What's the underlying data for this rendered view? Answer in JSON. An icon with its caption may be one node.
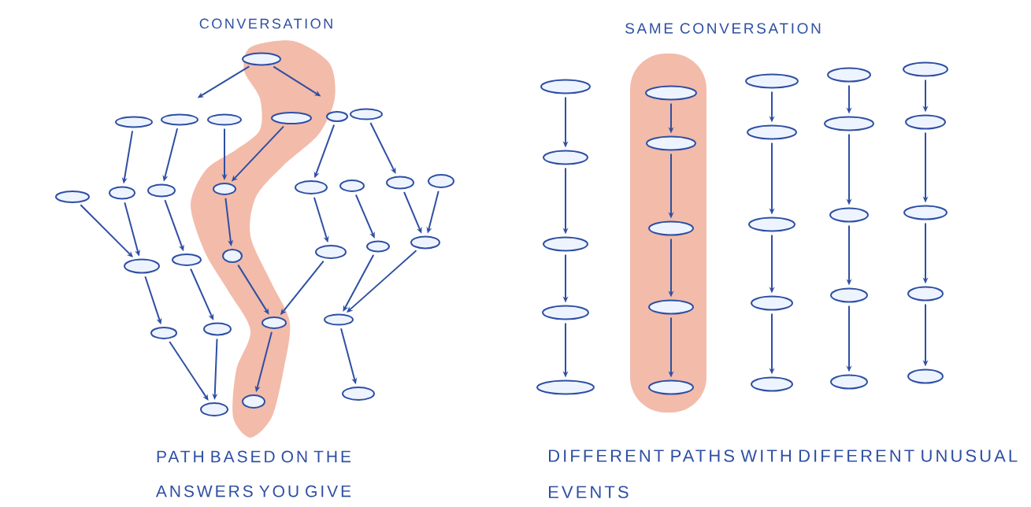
{
  "diagram": {
    "nodes": [
      {
        "text": [],
        "shape": "ellipse"
      },
      {
        "text": [],
        "shape": "ellipse"
      },
      {
        "text": [],
        "shape": "ellipse"
      },
      {
        "text": [],
        "shape": "ellipse"
      },
      {
        "text": [],
        "shape": "ellipse"
      },
      {
        "text": [],
        "shape": "ellipse"
      },
      {
        "text": [],
        "shape": "ellipse"
      },
      {
        "text": [],
        "shape": "ellipse"
      },
      {
        "text": [],
        "shape": "ellipse"
      },
      {
        "text": [],
        "shape": "ellipse"
      },
      {
        "text": [],
        "shape": "ellipse"
      },
      {
        "text": [],
        "shape": "ellipse"
      },
      {
        "text": [],
        "shape": "ellipse"
      },
      {
        "text": [],
        "shape": "ellipse"
      },
      {
        "text": [],
        "shape": "ellipse"
      },
      {
        "text": [],
        "shape": "ellipse"
      },
      {
        "text": [],
        "shape": "ellipse"
      },
      {
        "text": [],
        "shape": "ellipse"
      },
      {
        "text": [],
        "shape": "ellipse"
      },
      {
        "text": [],
        "shape": "ellipse"
      },
      {
        "text": [],
        "shape": "ellipse"
      },
      {
        "text": [],
        "shape": "ellipse"
      },
      {
        "text": [],
        "shape": "ellipse"
      },
      {
        "text": [],
        "shape": "ellipse"
      },
      {
        "text": [],
        "shape": "ellipse"
      },
      {
        "text": [],
        "shape": "ellipse"
      },
      {
        "text": [],
        "shape": "ellipse"
      },
      {
        "text": [],
        "shape": "ellipse"
      },
      {
        "text": [],
        "shape": "ellipse"
      },
      {
        "text": [],
        "shape": "ellipse"
      },
      {
        "text": [],
        "shape": "ellipse"
      },
      {
        "text": [],
        "shape": "ellipse"
      },
      {
        "text": [],
        "shape": "ellipse"
      },
      {
        "text": [],
        "shape": "ellipse"
      },
      {
        "text": [],
        "shape": "ellipse"
      },
      {
        "text": [],
        "shape": "ellipse"
      },
      {
        "text": [],
        "shape": "ellipse"
      },
      {
        "text": [],
        "shape": "ellipse"
      },
      {
        "text": [],
        "shape": "ellipse"
      },
      {
        "text": [],
        "shape": "ellipse"
      },
      {
        "text": [],
        "shape": "ellipse"
      },
      {
        "text": [],
        "shape": "ellipse"
      },
      {
        "text": [],
        "shape": "ellipse"
      },
      {
        "text": [],
        "shape": "ellipse"
      },
      {
        "text": [],
        "shape": "ellipse"
      },
      {
        "text": [],
        "shape": "ellipse"
      },
      {
        "text": [],
        "shape": "ellipse"
      },
      {
        "text": [],
        "shape": "ellipse"
      },
      {
        "text": [],
        "shape": "ellipse"
      },
      {
        "text": [],
        "shape": "ellipse"
      },
      {
        "text": [],
        "shape": "ellipse"
      },
      {
        "text": [],
        "shape": "ellipse"
      },
      {
        "text": [],
        "shape": "ellipse"
      }
    ],
    "edges": [
      {
        "from": 0,
        "to": null,
        "arrow": "to"
      },
      {
        "from": 0,
        "to": null,
        "arrow": "to"
      },
      {
        "from": 1,
        "to": 8,
        "arrow": "to"
      },
      {
        "from": 2,
        "to": 9,
        "arrow": "to"
      },
      {
        "from": 3,
        "to": 10,
        "arrow": "to"
      },
      {
        "from": 4,
        "to": 10,
        "arrow": "to"
      },
      {
        "from": 5,
        "to": 11,
        "arrow": "to"
      },
      {
        "from": 6,
        "to": 13,
        "arrow": "to"
      },
      {
        "from": 7,
        "to": 15,
        "arrow": "to"
      },
      {
        "from": 8,
        "to": 15,
        "arrow": "to"
      },
      {
        "from": 9,
        "to": 16,
        "arrow": "to"
      },
      {
        "from": 10,
        "to": 17,
        "arrow": "to"
      },
      {
        "from": 11,
        "to": 18,
        "arrow": "to"
      },
      {
        "from": 12,
        "to": 19,
        "arrow": "to"
      },
      {
        "from": 13,
        "to": 20,
        "arrow": "to"
      },
      {
        "from": 14,
        "to": 20,
        "arrow": "to"
      },
      {
        "from": 15,
        "to": 21,
        "arrow": "to"
      },
      {
        "from": 16,
        "to": 22,
        "arrow": "to"
      },
      {
        "from": 17,
        "to": 23,
        "arrow": "to"
      },
      {
        "from": 18,
        "to": 23,
        "arrow": "to"
      },
      {
        "from": 19,
        "to": 24,
        "arrow": "to"
      },
      {
        "from": 20,
        "to": 24,
        "arrow": "to"
      },
      {
        "from": 21,
        "to": 25,
        "arrow": "to"
      },
      {
        "from": 22,
        "to": 25,
        "arrow": "to"
      },
      {
        "from": 23,
        "to": 26,
        "arrow": "to"
      },
      {
        "from": 24,
        "to": 27,
        "arrow": "to"
      },
      {
        "from": 28,
        "to": 29,
        "arrow": "to"
      },
      {
        "from": 29,
        "to": 30,
        "arrow": "to"
      },
      {
        "from": 30,
        "to": 31,
        "arrow": "to"
      },
      {
        "from": 31,
        "to": 32,
        "arrow": "to"
      },
      {
        "from": 33,
        "to": 34,
        "arrow": "to"
      },
      {
        "from": 34,
        "to": 35,
        "arrow": "to"
      },
      {
        "from": 35,
        "to": 36,
        "arrow": "to"
      },
      {
        "from": 36,
        "to": 37,
        "arrow": "to"
      },
      {
        "from": 38,
        "to": 39,
        "arrow": "to"
      },
      {
        "from": 39,
        "to": 40,
        "arrow": "to"
      },
      {
        "from": 40,
        "to": 41,
        "arrow": "to"
      },
      {
        "from": 41,
        "to": 42,
        "arrow": "to"
      },
      {
        "from": 43,
        "to": 44,
        "arrow": "to"
      },
      {
        "from": 44,
        "to": 45,
        "arrow": "to"
      },
      {
        "from": 45,
        "to": 46,
        "arrow": "to"
      },
      {
        "from": 46,
        "to": 47,
        "arrow": "to"
      },
      {
        "from": 48,
        "to": 49,
        "arrow": "to"
      },
      {
        "from": 49,
        "to": 50,
        "arrow": "to"
      },
      {
        "from": 50,
        "to": 51,
        "arrow": "to"
      },
      {
        "from": 51,
        "to": 52,
        "arrow": "to"
      }
    ],
    "labels": [
      "CONVERSATION",
      "SAME CONVERSATION",
      "PATH BASED ON THE ANSWERS YOU GIVE",
      "DIFFERENT PATHS WITH DIFFERENT UNUSUAL EVENTS"
    ]
  }
}
